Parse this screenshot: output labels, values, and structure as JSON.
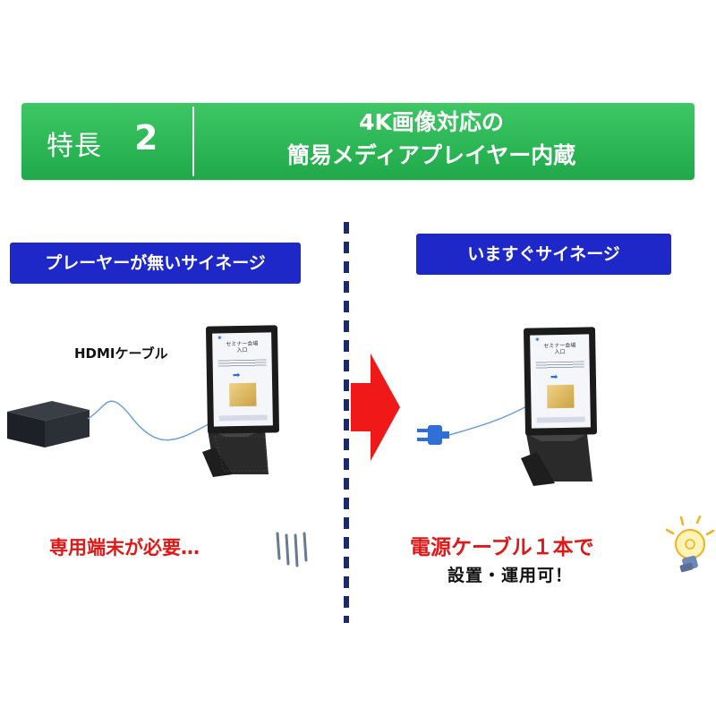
{
  "banner": {
    "label": "特長",
    "number": "2",
    "title_line1": "4K画像対応の",
    "title_line2": "簡易メディアプレイヤー内蔵"
  },
  "left": {
    "label": "プレーヤーが無いサイネージ",
    "cable_label": "HDMIケーブル",
    "message": "専用端末が必要…"
  },
  "right": {
    "label": "いますぐサイネージ",
    "message": "電源ケーブル１本で",
    "sub_message": "設置・運用可！"
  },
  "signage": {
    "title": "セミナー会場\n入口"
  },
  "colors": {
    "banner_green": "#2bb857",
    "label_blue": "#1e28c8",
    "arrow_red": "#f01818",
    "message_red": "#e01818",
    "divider_navy": "#1a2a6b"
  },
  "icons": [
    "media-player-box-icon",
    "power-plug-icon",
    "light-bulb-icon",
    "arrow-right-icon"
  ]
}
